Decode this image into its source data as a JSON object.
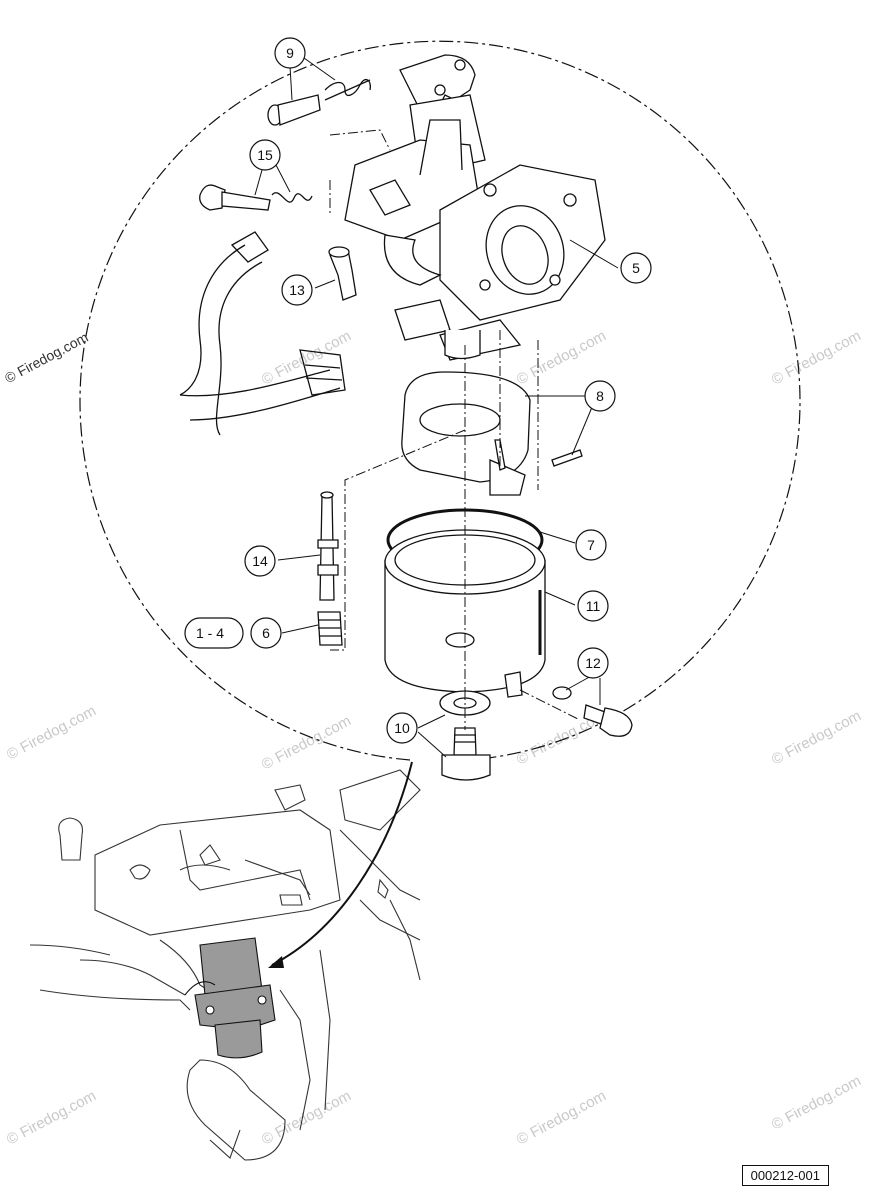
{
  "figure": {
    "drawing_number": "000212-001",
    "credit": "© Firedog.com",
    "watermark_text": "© Firedog.com",
    "callouts": [
      {
        "id": "c9",
        "label": "9"
      },
      {
        "id": "c15",
        "label": "15"
      },
      {
        "id": "c13",
        "label": "13"
      },
      {
        "id": "c5",
        "label": "5"
      },
      {
        "id": "c8",
        "label": "8"
      },
      {
        "id": "c7",
        "label": "7"
      },
      {
        "id": "c11",
        "label": "11"
      },
      {
        "id": "c14",
        "label": "14"
      },
      {
        "id": "c14b",
        "label": "1 - 4"
      },
      {
        "id": "c6",
        "label": "6"
      },
      {
        "id": "c12",
        "label": "12"
      },
      {
        "id": "c10",
        "label": "10"
      }
    ]
  },
  "colors": {
    "line": "#111111",
    "watermark": "#c9c9c9",
    "highlight": "#9a9a9a"
  }
}
